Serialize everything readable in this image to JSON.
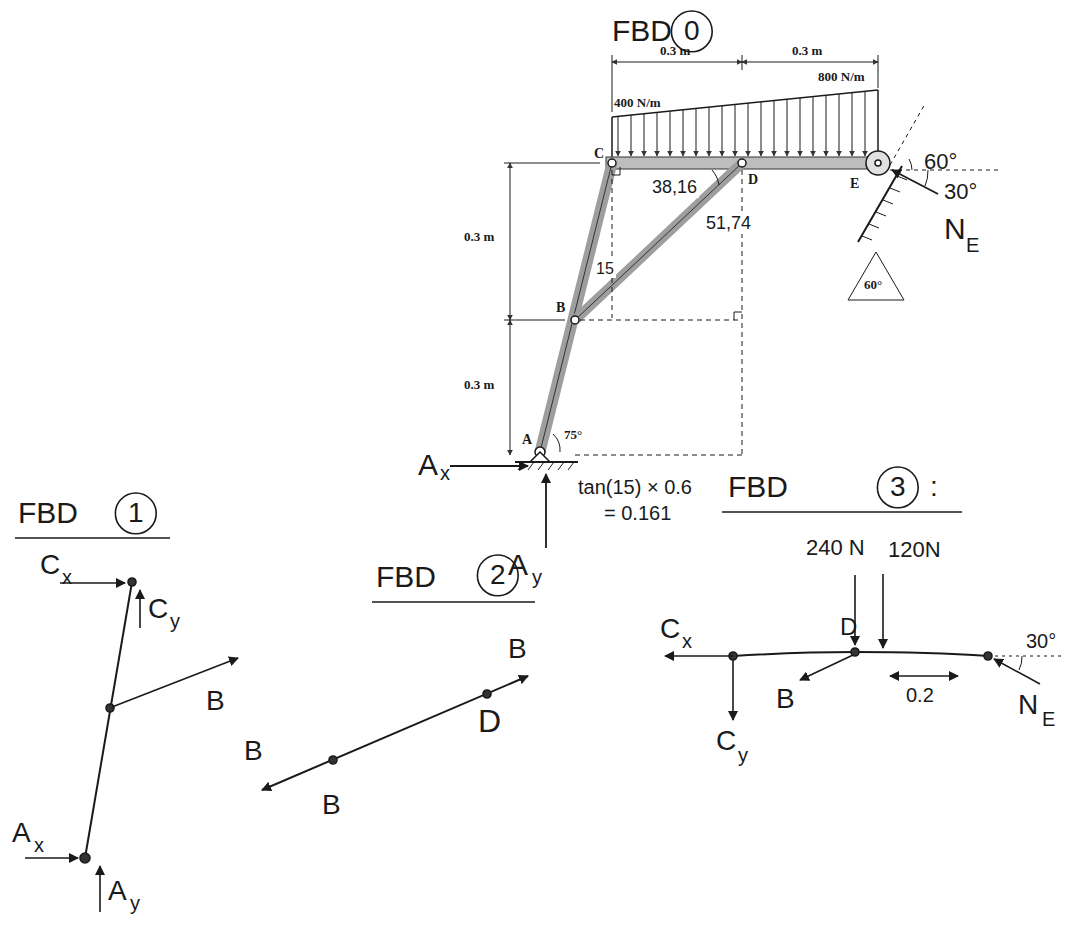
{
  "diagram": {
    "labels": [
      "FBD",
      "0",
      "0.3 m",
      "0.3 m",
      "400 N/m",
      "800 N/m",
      "C",
      "D",
      "E",
      "60°",
      "30°",
      "N",
      "E",
      "0.3 m",
      "38,16",
      "51,74",
      "15",
      "B",
      "0.3 m",
      "60°",
      "A",
      "75°",
      "A",
      "x",
      "A",
      "y",
      "tan(15) × 0.6",
      "= 0.161",
      "FBD",
      "1",
      "FBD",
      "2",
      "FBD",
      "3",
      ":",
      "C",
      "x",
      "C",
      "y",
      "B",
      "A",
      "x",
      "A",
      "y",
      "B",
      "B",
      "B",
      "D",
      "240 N",
      "120N",
      "C",
      "x",
      "D",
      "B",
      "0.2",
      "30°",
      "N",
      "E",
      "C",
      "y"
    ]
  }
}
